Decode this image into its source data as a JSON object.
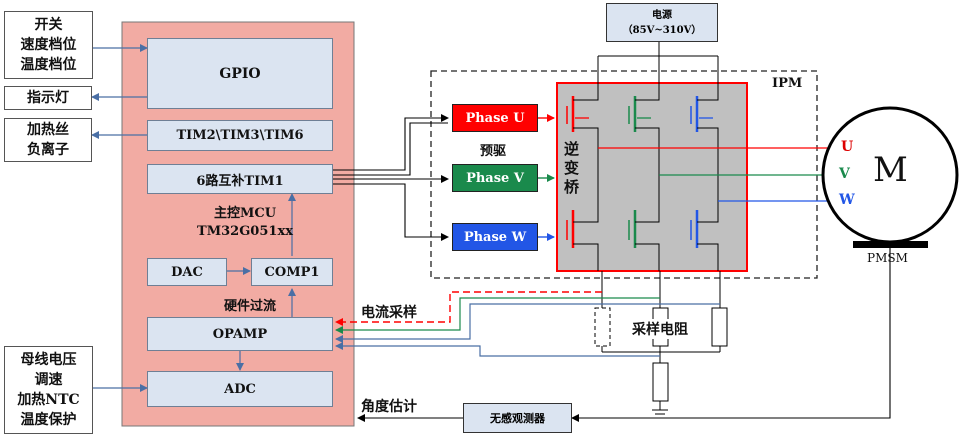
{
  "left_blocks": {
    "switch_speed_temp": "开关\n速度档位\n温度档位",
    "indicator": "指示灯",
    "heater_ion": "加热丝\n负离子",
    "bus_voltage": "母线电压\n调速\n加热NTC\n温度保护"
  },
  "mcu": {
    "gpio": "GPIO",
    "timers": "TIM2\\TIM3\\TIM6",
    "tim1": "6路互补TIM1",
    "main_label": "主控MCU\nTM32G051xx",
    "dac": "DAC",
    "comp": "COMP1",
    "hw_overcurrent": "硬件过流",
    "opamp": "OPAMP",
    "adc": "ADC"
  },
  "power": {
    "title": "电源",
    "range": "（85V~310V）"
  },
  "ipm": {
    "label": "IPM",
    "bridge": "逆\n变\n桥"
  },
  "phases": [
    {
      "label": "Phase U",
      "color": "#ff0000"
    },
    {
      "label": "Phase V",
      "color": "#1a8a4c"
    },
    {
      "label": "Phase W",
      "color": "#2256e6"
    }
  ],
  "predriver": "预驱",
  "current_sampling": "电流采样",
  "sampling_resistor": "采样电阻",
  "angle_estimation": "角度估计",
  "observer": "无感观测器",
  "motor": {
    "symbol": "M",
    "type": "PMSM",
    "u": "U",
    "v": "V",
    "w": "W",
    "u_color": "#dd0000",
    "v_color": "#1a8a4c",
    "w_color": "#2256e6"
  },
  "colors": {
    "mcu_bg": "#f2aba3",
    "module_bg": "#dbe4f1",
    "bridge_bg": "#c0c0c0",
    "bridge_border": "#ff0000"
  }
}
